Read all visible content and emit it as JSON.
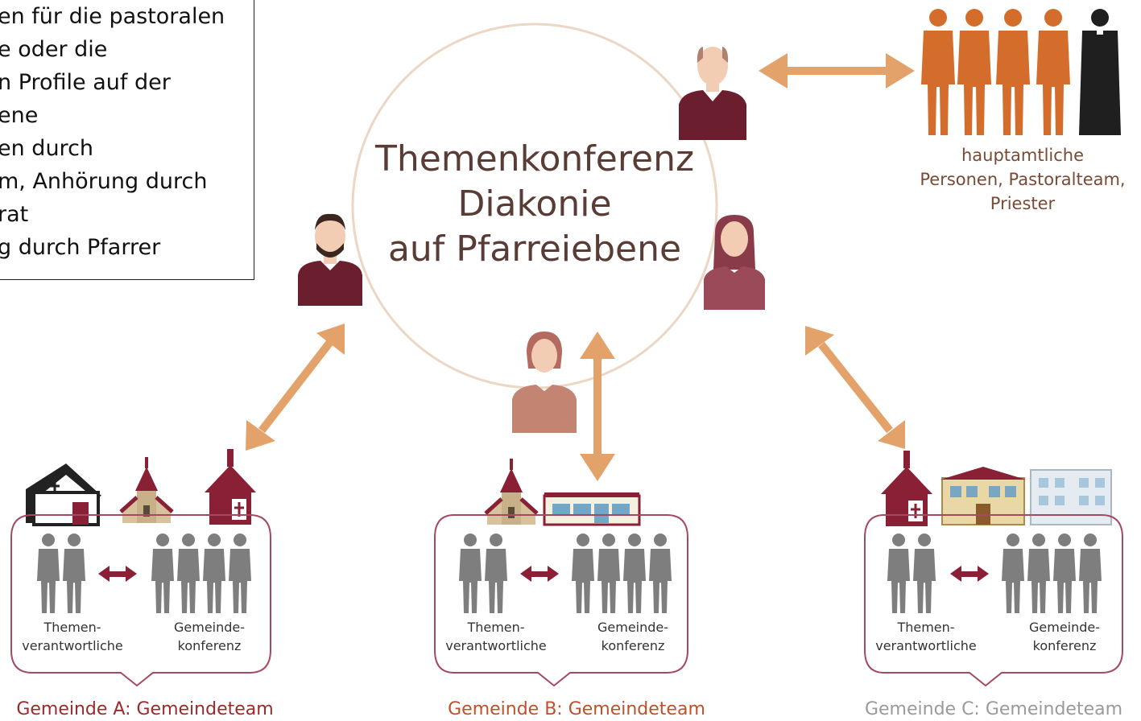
{
  "infobox": {
    "lines": [
      "en für die pastoralen",
      "e oder die",
      "n Profile auf der",
      "ene",
      "en durch",
      "m, Anhörung durch",
      "rat",
      "g durch Pfarrer"
    ]
  },
  "center": {
    "line1": "Themenkonferenz",
    "line2": "Diakonie",
    "line3": "auf Pfarreiebene"
  },
  "staff": {
    "line1": "hauptamtliche",
    "line2": "Personen, Pastoralteam,",
    "line3": "Priester"
  },
  "communities": [
    {
      "left_label_1": "Themen-",
      "left_label_2": "verantwortliche",
      "right_label_1": "Gemeinde-",
      "right_label_2": "konferenz",
      "title": "Gemeinde A: Gemeindeteam"
    },
    {
      "left_label_1": "Themen-",
      "left_label_2": "verantwortliche",
      "right_label_1": "Gemeinde-",
      "right_label_2": "konferenz",
      "title": "Gemeinde B: Gemeindeteam"
    },
    {
      "left_label_1": "Themen-",
      "left_label_2": "verantwortliche",
      "right_label_1": "Gemeinde-",
      "right_label_2": "konferenz",
      "title": "Gemeinde C: Gemeindeteam"
    }
  ],
  "colors": {
    "arrow": "#e3a26a",
    "circle": "#ecd6c4",
    "bubble": "#a44a60",
    "dark_red": "#8a2036",
    "staff_orange": "#d46d2c",
    "staff_text": "#7a4a34",
    "gray_person": "#7e7e7e",
    "title_red": "#9c2a2a",
    "title_gray": "#9a9a9a"
  },
  "icons": {
    "person_man_bald": "man-bald-icon",
    "person_man_beard": "man-beard-icon",
    "person_woman_long": "woman-long-hair-icon",
    "person_woman_short": "woman-short-hair-icon",
    "church": "church-icon",
    "chapel": "chapel-icon",
    "priest": "priest-icon",
    "school": "school-building-icon"
  }
}
